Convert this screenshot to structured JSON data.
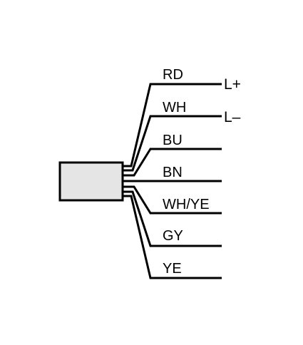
{
  "connector": {
    "fill_color": "#e5e5e5",
    "stroke_color": "#000000"
  },
  "wires": [
    {
      "color_code": "RD",
      "terminal": "L+"
    },
    {
      "color_code": "WH",
      "terminal": "L–"
    },
    {
      "color_code": "BU",
      "terminal": ""
    },
    {
      "color_code": "BN",
      "terminal": ""
    },
    {
      "color_code": "WH/YE",
      "terminal": ""
    },
    {
      "color_code": "GY",
      "terminal": ""
    },
    {
      "color_code": "YE",
      "terminal": ""
    }
  ]
}
